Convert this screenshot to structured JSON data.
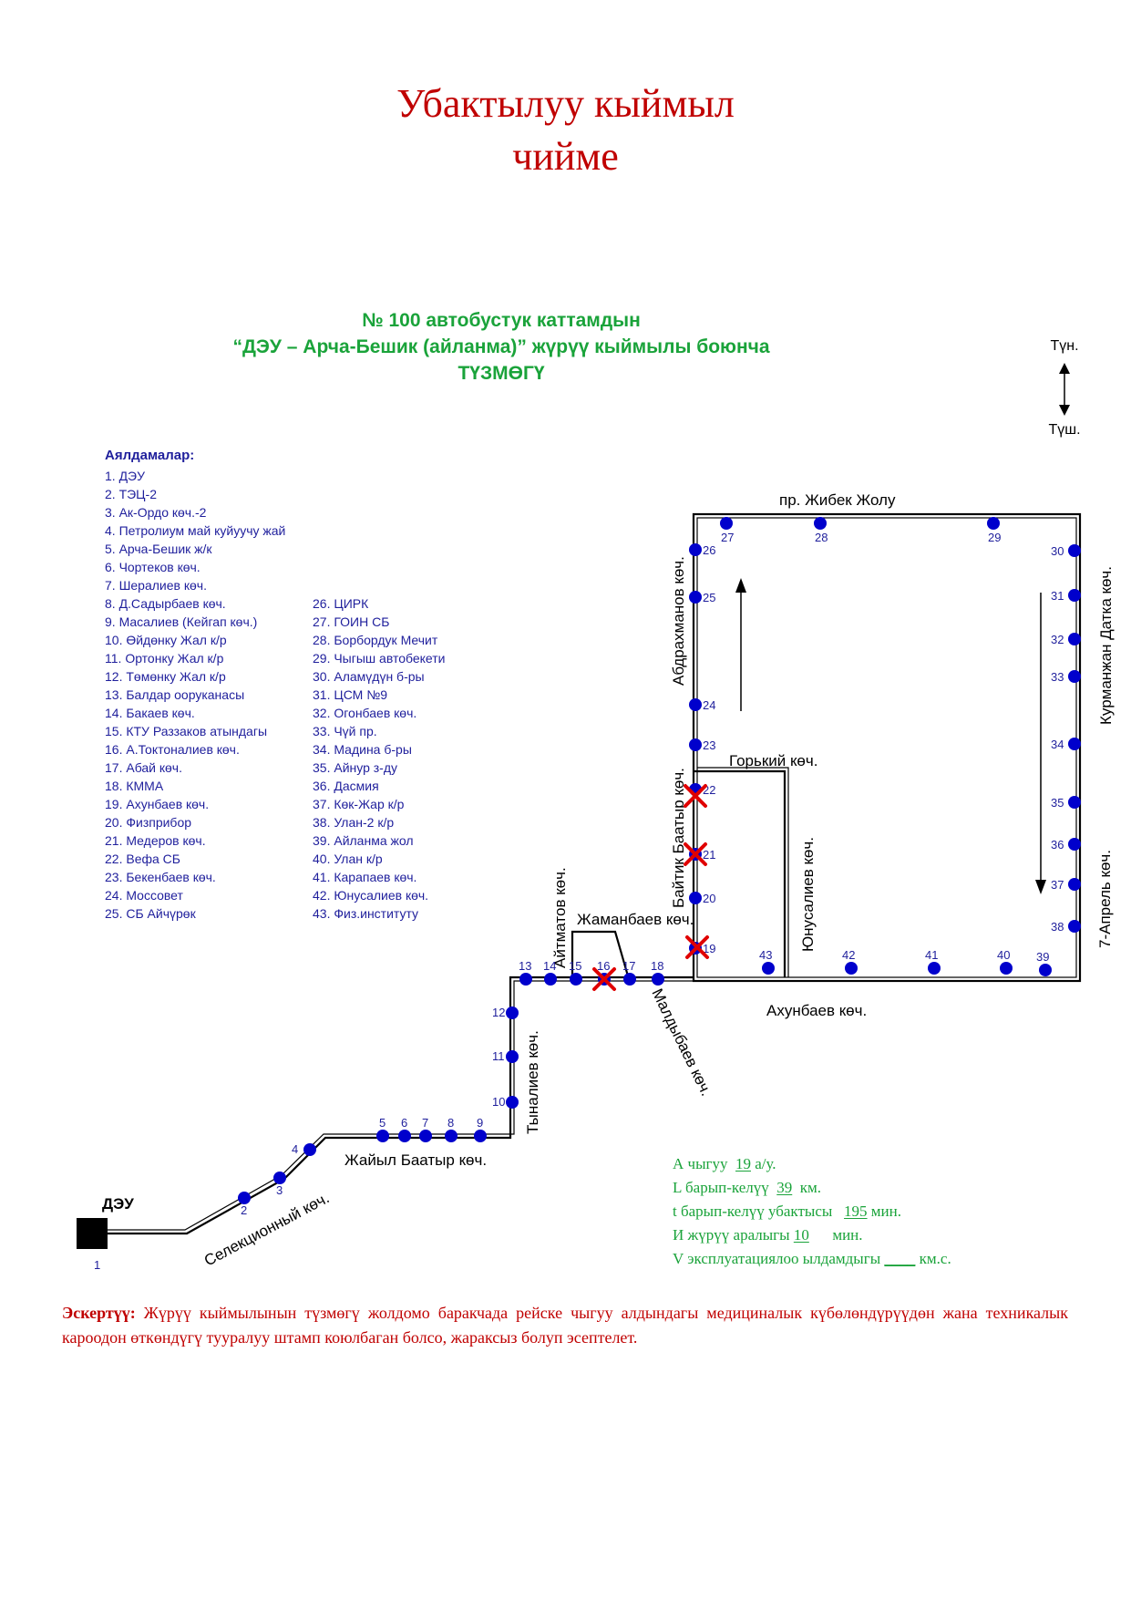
{
  "title": {
    "line1": "Убактылуу кыймыл",
    "line2": "чийме"
  },
  "heading": {
    "line1": "№ 100 автобустук каттамдын",
    "line2": "“ДЭУ – Арча-Бешик (айланма)” жүрүү кыймылы боюнча",
    "line3": "ТҮЗМӨГҮ"
  },
  "compass": {
    "north": "Түн.",
    "south": "Түш."
  },
  "legend": {
    "title": "Аялдамалар:",
    "col1": [
      "1. ДЭУ",
      "2. ТЭЦ-2",
      "3. Ак-Ордо көч.-2",
      "4. Петролиум май куйуучу жай",
      "5. Арча-Бешик ж/к",
      "6. Чортеков көч.",
      "7. Шералиев көч.",
      "8. Д.Садырбаев көч.",
      "9. Масалиев (Кейгап көч.)",
      "10. Өйдөнку Жал к/р",
      "11. Ортонку Жал к/р",
      "12. Төмөнку Жал к/р",
      "13. Балдар ооруканасы",
      "14. Бакаев көч.",
      "15. КТУ Раззаков атындагы",
      "16. А.Токтоналиев көч.",
      "17. Абай көч.",
      "18. КММА",
      "19. Ахунбаев көч.",
      "20. Физприбор",
      "21. Медеров көч.",
      "22. Вефа СБ",
      "23. Бекенбаев көч.",
      "24. Моссовет",
      "25. СБ Айчүрөк"
    ],
    "col2": [
      "26. ЦИРК",
      "27. ГОИН СБ",
      "28. Борбордук Мечит",
      "29. Чыгыш автобекети",
      "30. Аламүдүн б-ры",
      "31. ЦСМ №9",
      "32. Огонбаев көч.",
      "33. Чүй пр.",
      "34. Мадина б-ры",
      "35. Айнур з-ду",
      "36. Дасмия",
      "37. Көк-Жар к/р",
      "38. Улан-2 к/р",
      "39. Айланма жол",
      "40. Улан к/р",
      "41. Карапаев көч.",
      "42. Юнусалиев көч.",
      "43. Физ.институту"
    ]
  },
  "streets": {
    "zhibek_zholu": "пр. Жибек Жолу",
    "abdrakhmanov": "Абдрахманов көч.",
    "kurmanzhan": "Курманжан Датка көч.",
    "gorky": "Горький көч.",
    "baitik": "Байтик Баатыр көч.",
    "yunusaliev": "Юнусалиев көч.",
    "aitmatov": "Айтматов көч.",
    "zhamanbaev": "Жаманбаев көч.",
    "akhunbaev": "Ахунбаев көч.",
    "aprel": "7-Апрель көч.",
    "maldybaev": "Малдыбаев көч.",
    "tynaliev": "Тыналиев көч.",
    "zhaiyl": "Жайыл Баатыр көч.",
    "selektsionny": "Селекционный көч.",
    "depot": "ДЭУ"
  },
  "stops": [
    "1",
    "2",
    "3",
    "4",
    "5",
    "6",
    "7",
    "8",
    "9",
    "10",
    "11",
    "12",
    "13",
    "14",
    "15",
    "16",
    "17",
    "18",
    "19",
    "20",
    "21",
    "22",
    "23",
    "24",
    "25",
    "26",
    "27",
    "28",
    "29",
    "30",
    "31",
    "32",
    "33",
    "34",
    "35",
    "36",
    "37",
    "38",
    "39",
    "40",
    "41",
    "42",
    "43"
  ],
  "stats": {
    "a_label": "А чыгуу",
    "a_value": "19",
    "a_unit": "а/у.",
    "l_label": "L барып-келүү",
    "l_value": "39",
    "l_unit": "км.",
    "t_label": "t барып-келүү убактысы",
    "t_value": "195",
    "t_unit": "мин.",
    "i_label": "И жүрүү аралыгы",
    "i_value": "10",
    "i_unit": "мин.",
    "v_label": "V эксплуатациялоо ылдамдыгы",
    "v_value": "____",
    "v_unit": "км.с."
  },
  "note": {
    "label": "Эскертүү:",
    "text": "Жүрүү кыймылынын түзмөгү жолдомо баракчада рейске чыгуу алдындагы медициналык күбөлөндүрүүдөн жана техникалык кароодон өткөндүгү тууралуу штамп коюлбаган болсо, жараксыз болуп эсептелет."
  },
  "colors": {
    "title_red": "#c00000",
    "heading_green": "#1aa33a",
    "stop_blue": "#0000cc",
    "legend_blue": "#1f1f9c",
    "cross_red": "#e00000"
  }
}
